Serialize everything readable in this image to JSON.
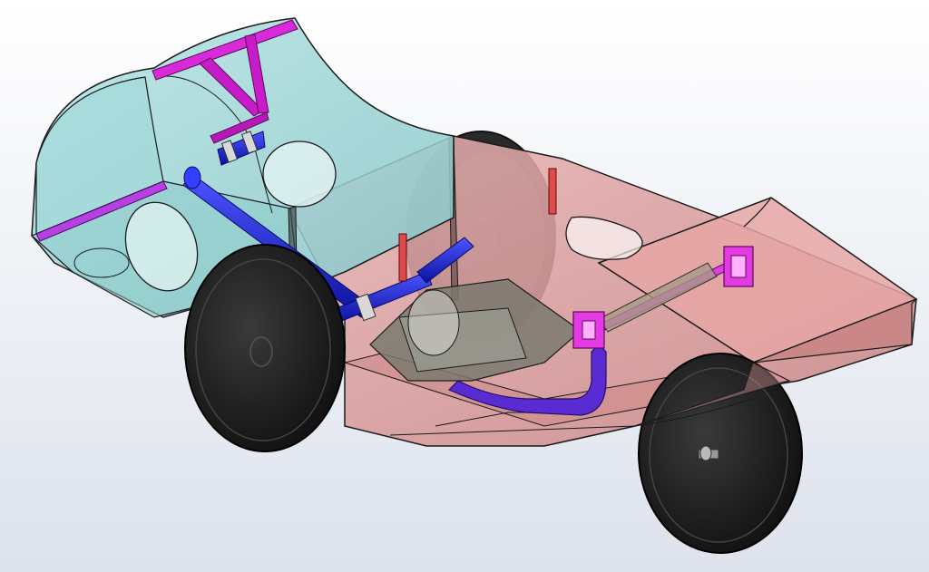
{
  "scene": {
    "description_text": "",
    "colors": {
      "background_top": "#ffffff",
      "background_bottom": "#dde2ec",
      "front_shell": "#9fd6d8",
      "rear_shell": "#d99a9a",
      "tube_blue": "#1a22d8",
      "tube_magenta": "#d21fd2",
      "tube_purple": "#5a2bd0",
      "tire": "#1e1e1e",
      "seat": "#8a8a7e",
      "outline": "#1a1a1a"
    },
    "parts": [
      "front-shell",
      "rear-shell",
      "front-left-wheel",
      "front-right-wheel",
      "rear-wheel",
      "roll-bar",
      "steering-tube",
      "seat",
      "rear-axle",
      "exhaust-tube"
    ]
  }
}
